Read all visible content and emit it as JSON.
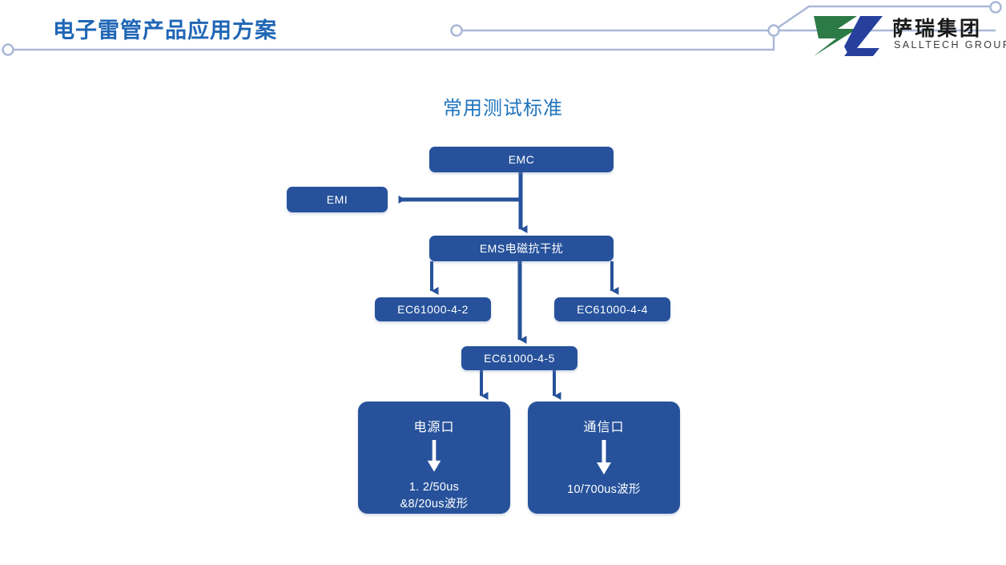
{
  "header": {
    "title": "电子雷管产品应用方案",
    "title_color": "#1f66b5",
    "deco_color": "#aab8d8",
    "logo": {
      "mark_green": "#2c7a45",
      "mark_blue": "#26409c",
      "name_cn": "萨瑞集团",
      "name_en": "SALLTECH GROUP"
    }
  },
  "slide": {
    "title": "常用测试标准",
    "title_color": "#1f74bd"
  },
  "diagram": {
    "node_fill": "#27529b",
    "node_text": "#ffffff",
    "connector_color": "#27529b",
    "nodes": {
      "emc": {
        "label": "EMC"
      },
      "emi": {
        "label": "EMI"
      },
      "ems": {
        "label": "EMS电磁抗干扰"
      },
      "iec_4_2": {
        "label": "EC61000-4-2"
      },
      "iec_4_4": {
        "label": "EC61000-4-4"
      },
      "iec_4_5": {
        "label": "EC61000-4-5"
      },
      "power_port": {
        "head": "电源口",
        "arrow": "⬇",
        "line1": "1. 2/50us",
        "line2": "&8/20us波形"
      },
      "comm_port": {
        "head": "通信口",
        "arrow": "⬇",
        "line1": "10/700us波形",
        "line2": ""
      }
    }
  }
}
